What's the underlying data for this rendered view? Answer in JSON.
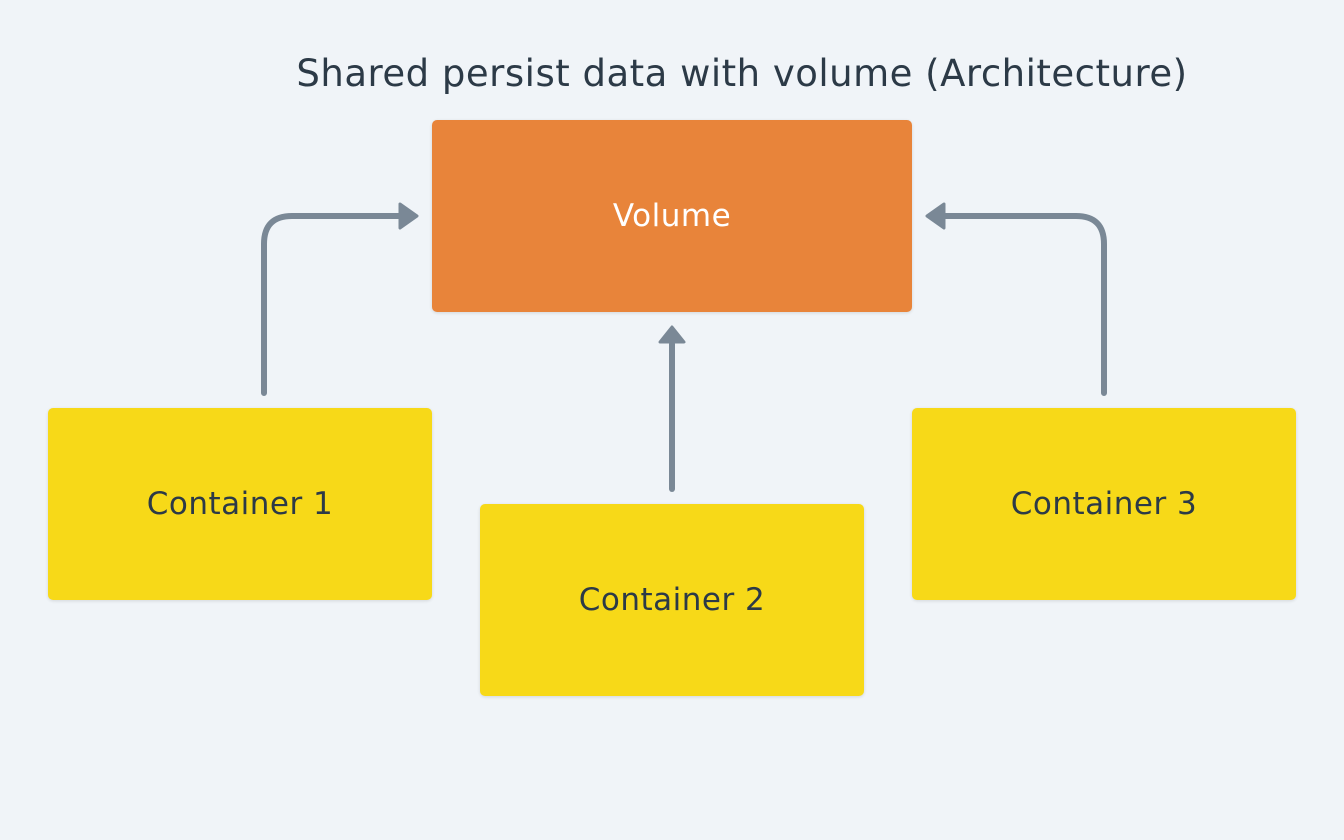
{
  "diagram": {
    "title": "Shared persist data with volume (Architecture)",
    "volume_label": "Volume",
    "containers": [
      {
        "label": "Container 1"
      },
      {
        "label": "Container 2"
      },
      {
        "label": "Container 3"
      }
    ],
    "edges": [
      {
        "from": "Container 1",
        "to": "Volume"
      },
      {
        "from": "Container 2",
        "to": "Volume"
      },
      {
        "from": "Container 3",
        "to": "Volume"
      }
    ]
  },
  "colors": {
    "volume": "#e8843a",
    "container": "#f7d918",
    "arrow": "#7a8896",
    "text_dark": "#2c3a47",
    "background": "#f0f4f8"
  }
}
